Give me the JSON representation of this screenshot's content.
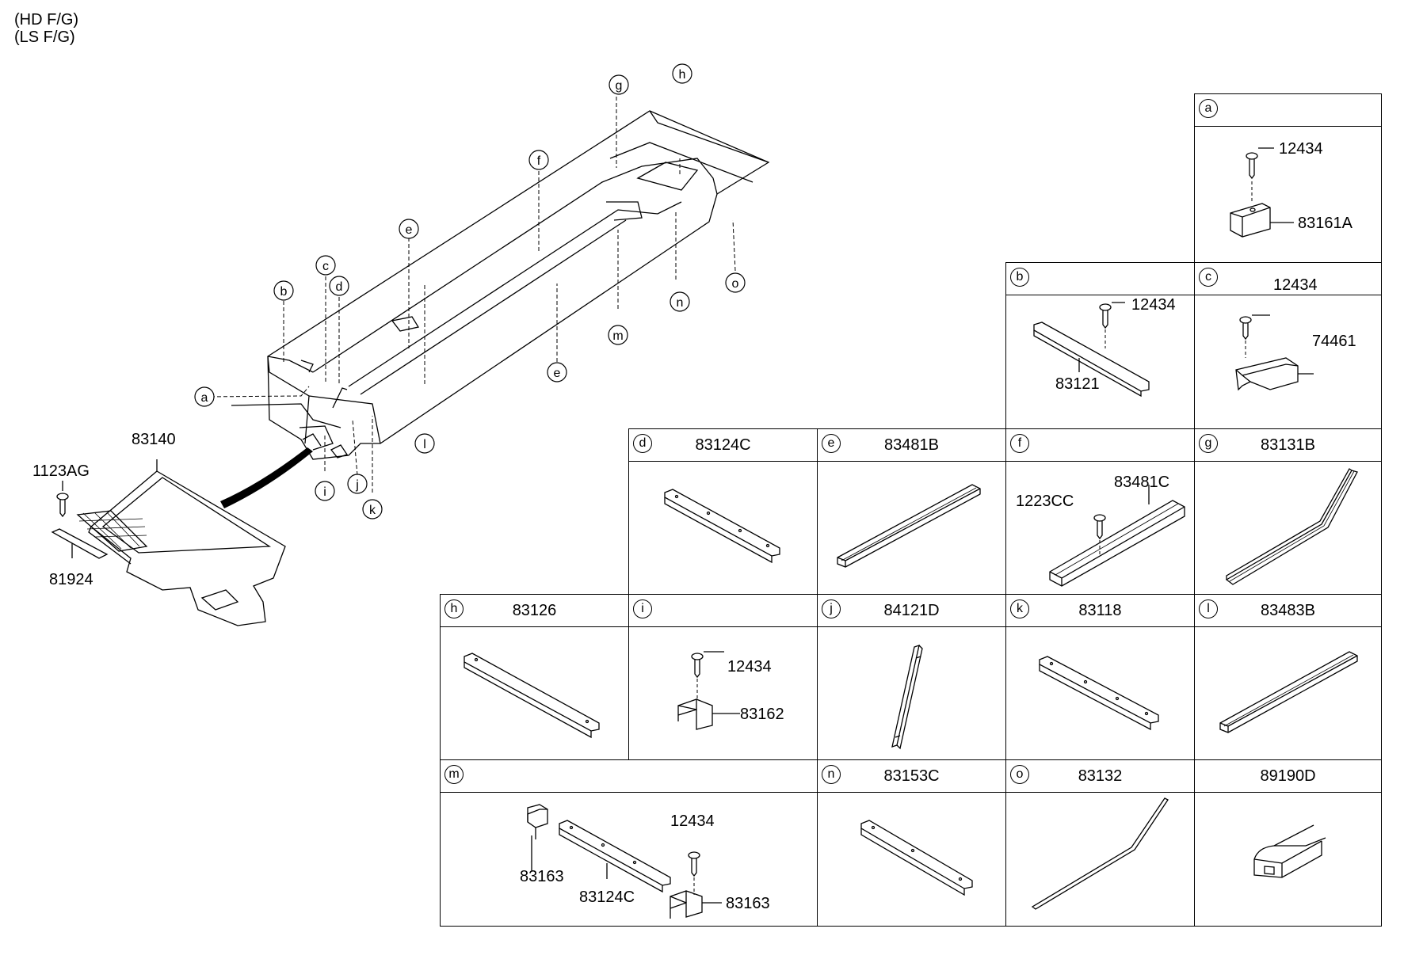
{
  "header": {
    "line1": "(HD F/G)",
    "line2": "(LS F/G)"
  },
  "main": {
    "callouts": [
      "a",
      "b",
      "c",
      "d",
      "e",
      "f",
      "g",
      "h",
      "i",
      "j",
      "k",
      "l",
      "m",
      "n",
      "o"
    ],
    "parts": {
      "mat": "83140",
      "bolt": "1123AG",
      "strip": "81924"
    }
  },
  "cells": {
    "a": {
      "letter": "a",
      "part": "",
      "labels": [
        "12434",
        "83161A"
      ]
    },
    "b": {
      "letter": "b",
      "part": "",
      "labels": [
        "12434",
        "83121"
      ]
    },
    "c": {
      "letter": "c",
      "part": "",
      "labels": [
        "12434",
        "74461"
      ]
    },
    "d": {
      "letter": "d",
      "part": "83124C"
    },
    "e": {
      "letter": "e",
      "part": "83481B"
    },
    "f": {
      "letter": "f",
      "part": "",
      "labels": [
        "1223CC",
        "83481C"
      ]
    },
    "g": {
      "letter": "g",
      "part": "83131B"
    },
    "h": {
      "letter": "h",
      "part": "83126"
    },
    "i": {
      "letter": "i",
      "part": "",
      "labels": [
        "12434",
        "83162"
      ]
    },
    "j": {
      "letter": "j",
      "part": "84121D"
    },
    "k": {
      "letter": "k",
      "part": "83118"
    },
    "l": {
      "letter": "l",
      "part": "83483B"
    },
    "m": {
      "letter": "m",
      "part": "",
      "labels": [
        "12434",
        "83163",
        "83124C",
        "83163"
      ]
    },
    "n": {
      "letter": "n",
      "part": "83153C"
    },
    "o": {
      "letter": "o",
      "part": "83132"
    },
    "p": {
      "letter": "",
      "part": "89190D"
    }
  }
}
